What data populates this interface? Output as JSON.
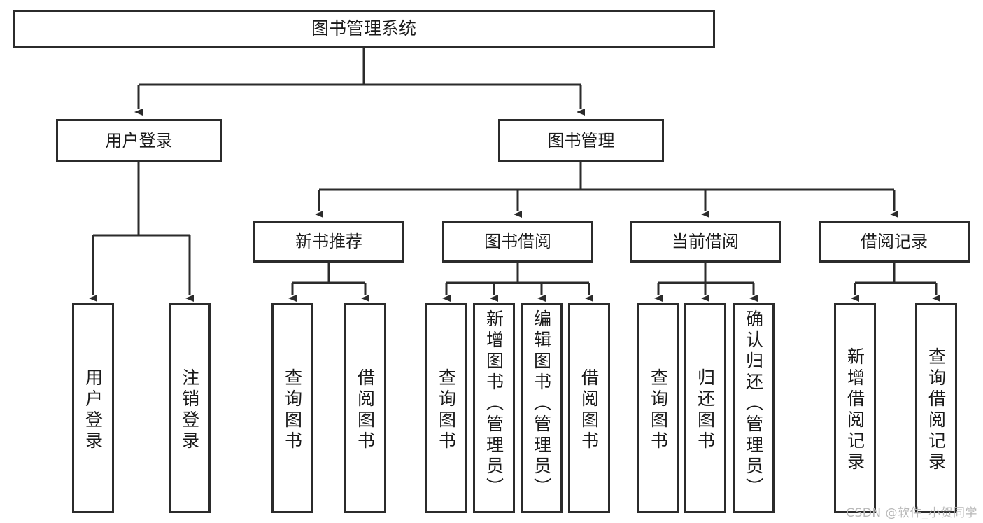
{
  "diagram": {
    "title": "图书管理系统",
    "type": "hierarchy-tree",
    "root": {
      "label": "图书管理系统"
    },
    "level2": [
      {
        "label": "用户登录"
      },
      {
        "label": "图书管理"
      }
    ],
    "level3": [
      {
        "label": "新书推荐"
      },
      {
        "label": "图书借阅"
      },
      {
        "label": "当前借阅"
      },
      {
        "label": "借阅记录"
      }
    ],
    "leaves": {
      "user_login": [
        {
          "label": "用户登录"
        },
        {
          "label": "注销登录"
        }
      ],
      "new_book_recommend": [
        {
          "label": "查询图书"
        },
        {
          "label": "借阅图书"
        }
      ],
      "book_borrow": [
        {
          "label": "查询图书"
        },
        {
          "label": "新增图书（管理员）"
        },
        {
          "label": "编辑图书（管理员）"
        },
        {
          "label": "借阅图书"
        }
      ],
      "current_borrow": [
        {
          "label": "查询图书"
        },
        {
          "label": "归还图书"
        },
        {
          "label": "确认归还（管理员）"
        }
      ],
      "borrow_record": [
        {
          "label": "新增借阅记录"
        },
        {
          "label": "查询借阅记录"
        }
      ]
    }
  },
  "watermark": {
    "text": "CSDN @软件_小贺同学"
  },
  "colors": {
    "stroke": "#2b2b2b",
    "background": "#ffffff",
    "text": "#1a1a1a",
    "watermark": "#b8b8b8"
  }
}
